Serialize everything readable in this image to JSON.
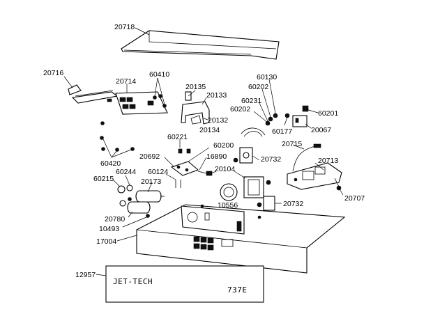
{
  "labels": {
    "p20718": "20718",
    "p20716": "20716",
    "p20714": "20714",
    "p60410": "60410",
    "p20135": "20135",
    "p20133": "20133",
    "p20132": "20132",
    "p20134": "20134",
    "p60130": "60130",
    "p60202a": "60202",
    "p60231": "60231",
    "p60202b": "60202",
    "p60201": "60201",
    "p60177": "60177",
    "p20067": "20067",
    "p60420": "60420",
    "p60221": "60221",
    "p60200": "60200",
    "p20692": "20692",
    "p16890": "16890",
    "p20715": "20715",
    "p20732a": "20732",
    "p20713": "20713",
    "p60244": "60244",
    "p60124": "60124",
    "p20104": "20104",
    "p60215": "60215",
    "p20173": "20173",
    "p20707": "20707",
    "p10556": "10556",
    "p20732b": "20732",
    "p20780": "20780",
    "p10493": "10493",
    "p17004": "17004",
    "p12957": "12957"
  },
  "nameplate": {
    "brand": "JET-TECH",
    "model": "737E"
  }
}
